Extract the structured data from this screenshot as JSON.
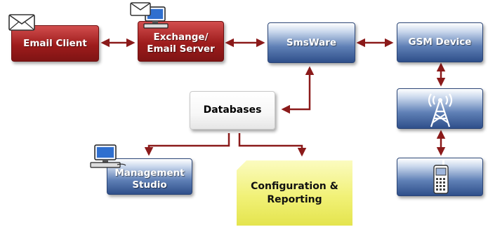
{
  "nodes": {
    "email_client": {
      "label": "Email Client"
    },
    "exchange_server": {
      "label_line1": "Exchange/",
      "label_line2": "Email Server"
    },
    "smsware": {
      "label": "SmsWare"
    },
    "gsm_device": {
      "label": "GSM Device"
    },
    "databases": {
      "label": "Databases"
    },
    "management_studio": {
      "label_line1": "Management",
      "label_line2": "Studio"
    },
    "config_reporting": {
      "label_line1": "Configuration &",
      "label_line2": "Reporting"
    }
  },
  "icons": {
    "email_client": "envelope-icon",
    "exchange_server": "computer-with-envelope-icon",
    "management_studio": "computer-icon",
    "tower": "cell-tower-icon",
    "phone": "mobile-phone-icon"
  },
  "colors": {
    "connector": "#8b1a1a",
    "red_box": "#9e1c1c",
    "blue_box": "#3c5d98",
    "yellow_box": "#f1f177"
  }
}
